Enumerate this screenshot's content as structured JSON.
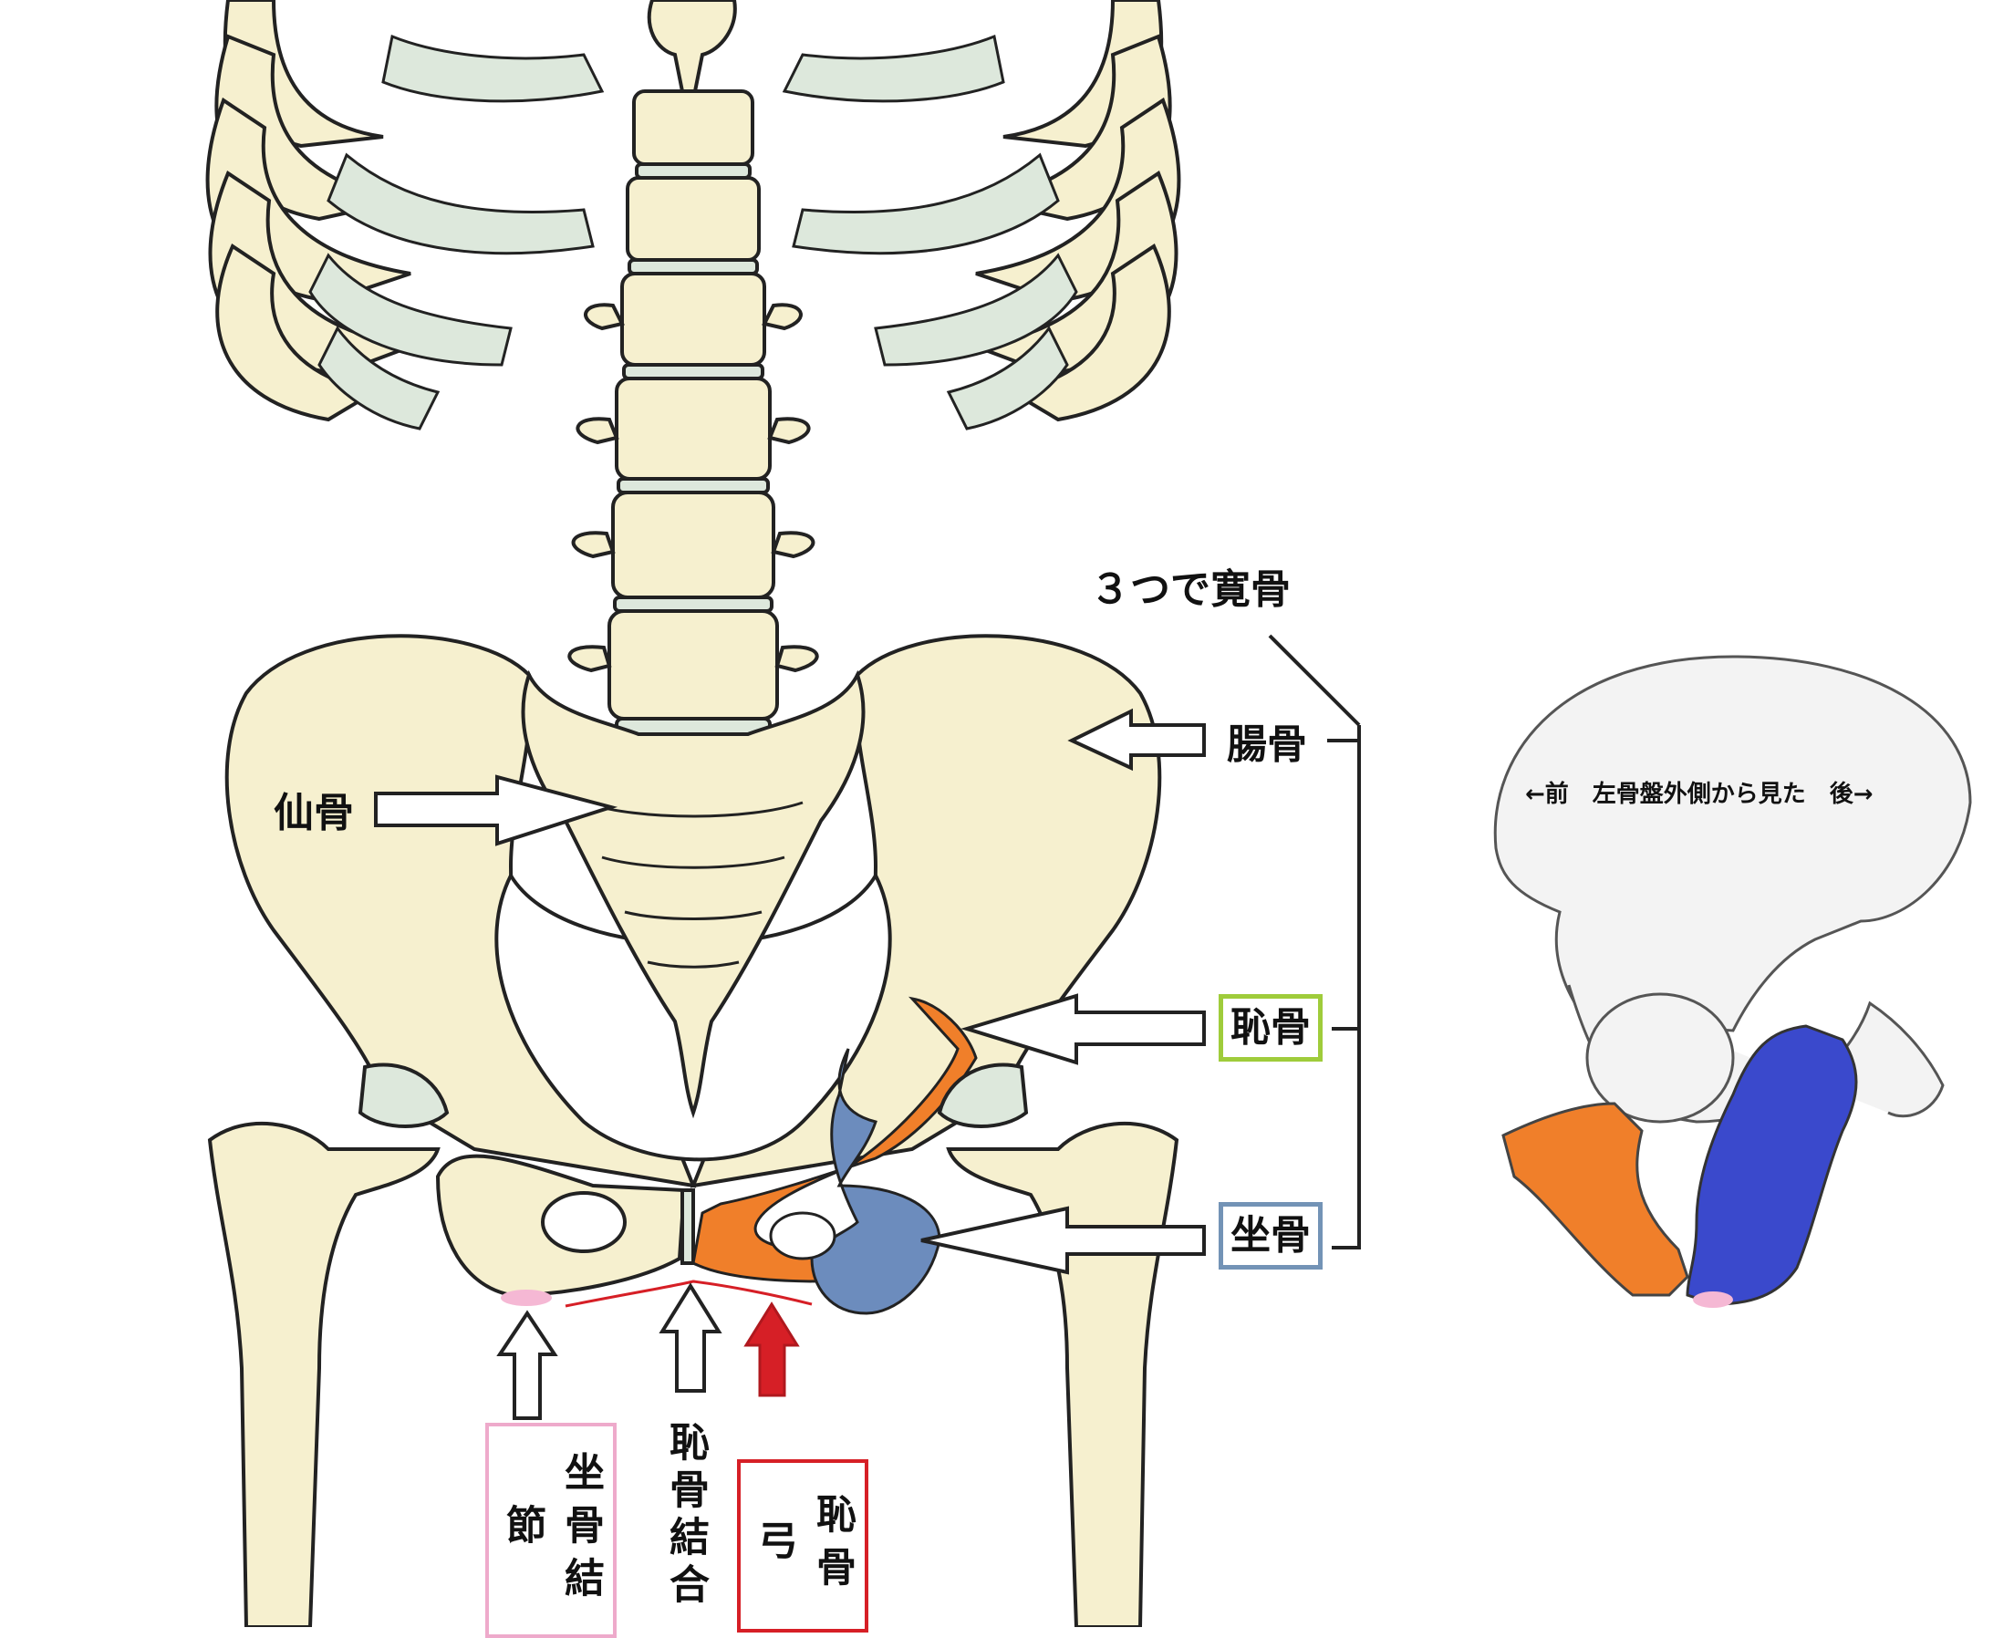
{
  "labels": {
    "kankotsu": "３つで寛骨",
    "chokotsu": "腸骨",
    "senkotsu": "仙骨",
    "chikotsu": "恥骨",
    "zakotsu": "坐骨",
    "zakotsu_kessetsu": "坐骨結節",
    "chikotsu_ketsugo": "恥骨結合",
    "chikotsu_kyu": "恥骨弓",
    "side_view_caption": "←前　左骨盤外側から見た　後→"
  },
  "colors": {
    "bone": "#f6f0cf",
    "cartilage": "#dde8dc",
    "outline": "#222222",
    "pubis": "#f07f2a",
    "ischium": "#6c8cbd",
    "ischium_side": "#3a49cc",
    "tuberosity": "#f5b8d4",
    "arch_line": "#d61f26",
    "pubis_box": "#9fcc3b",
    "ischium_box": "#7393b6",
    "tuberosity_box": "#eeaacb",
    "arch_box": "#d61f26",
    "side_view_fill": "#f3f3f3"
  }
}
